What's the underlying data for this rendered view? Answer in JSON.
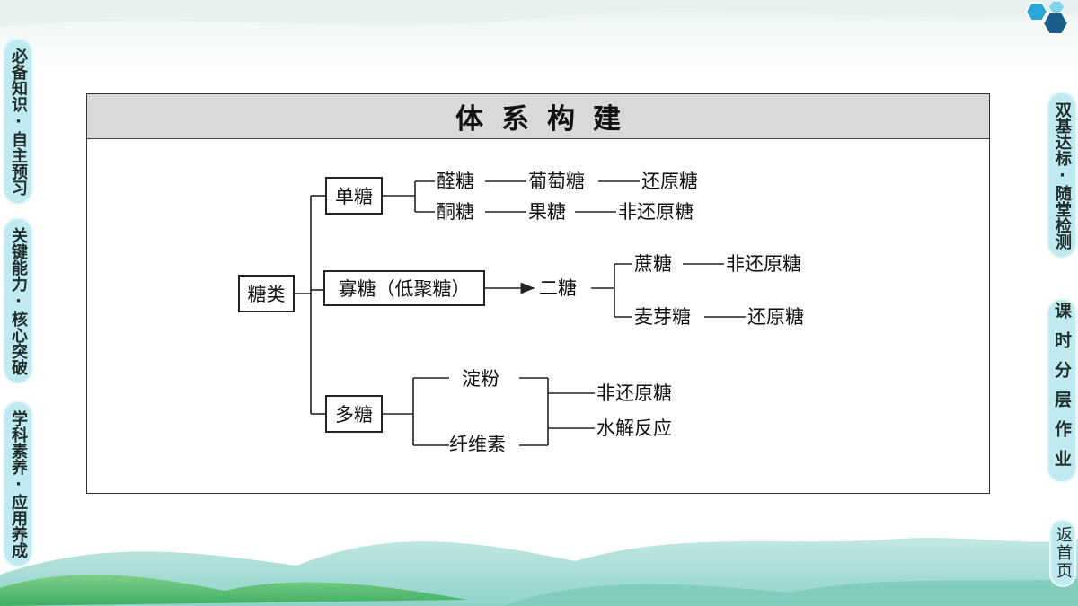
{
  "nav_left": [
    {
      "label": "必备知识·自主预习"
    },
    {
      "label": "关键能力·核心突破"
    },
    {
      "label": "学科素养·应用养成"
    }
  ],
  "nav_right": [
    {
      "label": "双基达标·随堂检测"
    },
    {
      "label": "课时分层作业"
    },
    {
      "label": "返首页"
    }
  ],
  "frame": {
    "title": "体系构建"
  },
  "diagram": {
    "root": "糖类",
    "mono": {
      "label": "单糖",
      "row1": [
        "醛糖",
        "葡萄糖",
        "还原糖"
      ],
      "row2": [
        "酮糖",
        "果糖",
        "非还原糖"
      ]
    },
    "oligo": {
      "label": "寡糖（低聚糖）",
      "target": "二糖",
      "row1": [
        "蔗糖",
        "非还原糖"
      ],
      "row2": [
        "麦芽糖",
        "还原糖"
      ]
    },
    "poly": {
      "label": "多糖",
      "items": [
        "淀粉",
        "纤维素"
      ],
      "props": [
        "非还原糖",
        "水解反应"
      ]
    }
  },
  "colors": {
    "nav_tab": "#bfeaf0",
    "header": "#d9d9d9",
    "hex_logo": "#1a5f8a"
  }
}
